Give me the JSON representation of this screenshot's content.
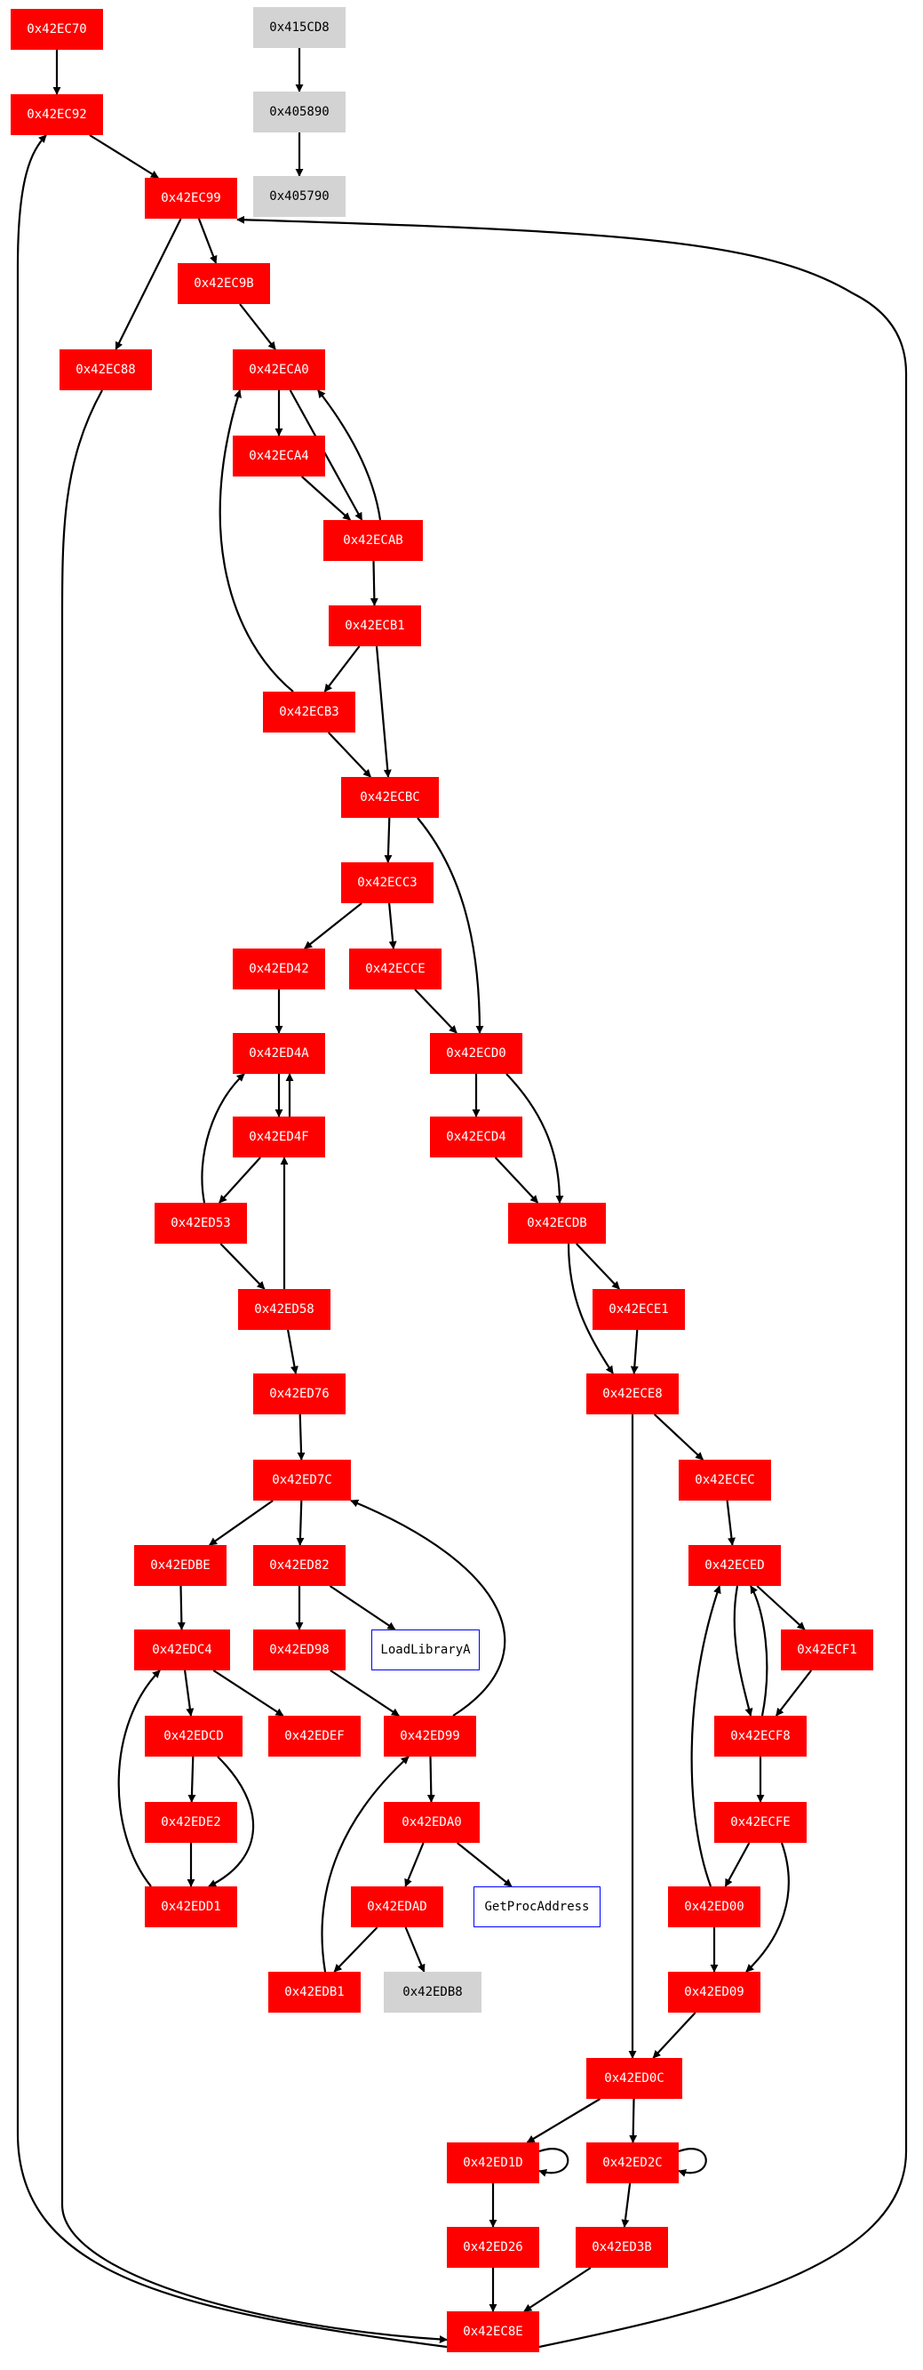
{
  "graph": {
    "colors": {
      "code_block": "#ff0000",
      "external_block": "#d3d3d3",
      "api_border": "#0000ff",
      "edge": "#000000"
    },
    "nodes": [
      {
        "id": "0x42EC70",
        "kind": "red"
      },
      {
        "id": "0x415CD8",
        "kind": "gray"
      },
      {
        "id": "0x42EC92",
        "kind": "red"
      },
      {
        "id": "0x405890",
        "kind": "gray"
      },
      {
        "id": "0x42EC99",
        "kind": "red"
      },
      {
        "id": "0x405790",
        "kind": "gray"
      },
      {
        "id": "0x42EC9B",
        "kind": "red"
      },
      {
        "id": "0x42EC88",
        "kind": "red"
      },
      {
        "id": "0x42ECA0",
        "kind": "red"
      },
      {
        "id": "0x42ECA4",
        "kind": "red"
      },
      {
        "id": "0x42ECAB",
        "kind": "red"
      },
      {
        "id": "0x42ECB1",
        "kind": "red"
      },
      {
        "id": "0x42ECB3",
        "kind": "red"
      },
      {
        "id": "0x42ECBC",
        "kind": "red"
      },
      {
        "id": "0x42ECC3",
        "kind": "red"
      },
      {
        "id": "0x42ED42",
        "kind": "red"
      },
      {
        "id": "0x42ECCE",
        "kind": "red"
      },
      {
        "id": "0x42ED4A",
        "kind": "red"
      },
      {
        "id": "0x42ECD0",
        "kind": "red"
      },
      {
        "id": "0x42ED4F",
        "kind": "red"
      },
      {
        "id": "0x42ECD4",
        "kind": "red"
      },
      {
        "id": "0x42ED53",
        "kind": "red"
      },
      {
        "id": "0x42ECDB",
        "kind": "red"
      },
      {
        "id": "0x42ED58",
        "kind": "red"
      },
      {
        "id": "0x42ECE1",
        "kind": "red"
      },
      {
        "id": "0x42ED76",
        "kind": "red"
      },
      {
        "id": "0x42ECE8",
        "kind": "red"
      },
      {
        "id": "0x42ED7C",
        "kind": "red"
      },
      {
        "id": "0x42ECEC",
        "kind": "red"
      },
      {
        "id": "0x42EDBE",
        "kind": "red"
      },
      {
        "id": "0x42ED82",
        "kind": "red"
      },
      {
        "id": "0x42ECED",
        "kind": "red"
      },
      {
        "id": "0x42EDC4",
        "kind": "red"
      },
      {
        "id": "0x42ED98",
        "kind": "red"
      },
      {
        "id": "LoadLibraryA",
        "kind": "api"
      },
      {
        "id": "0x42ECF1",
        "kind": "red"
      },
      {
        "id": "0x42EDCD",
        "kind": "red"
      },
      {
        "id": "0x42EDEF",
        "kind": "red"
      },
      {
        "id": "0x42ED99",
        "kind": "red"
      },
      {
        "id": "0x42ECF8",
        "kind": "red"
      },
      {
        "id": "0x42EDE2",
        "kind": "red"
      },
      {
        "id": "0x42EDA0",
        "kind": "red"
      },
      {
        "id": "0x42ECFE",
        "kind": "red"
      },
      {
        "id": "0x42EDD1",
        "kind": "red"
      },
      {
        "id": "0x42EDAD",
        "kind": "red"
      },
      {
        "id": "GetProcAddress",
        "kind": "api"
      },
      {
        "id": "0x42ED00",
        "kind": "red"
      },
      {
        "id": "0x42EDB1",
        "kind": "red"
      },
      {
        "id": "0x42EDB8",
        "kind": "gray"
      },
      {
        "id": "0x42ED09",
        "kind": "red"
      },
      {
        "id": "0x42ED0C",
        "kind": "red"
      },
      {
        "id": "0x42ED1D",
        "kind": "red"
      },
      {
        "id": "0x42ED2C",
        "kind": "red"
      },
      {
        "id": "0x42ED26",
        "kind": "red"
      },
      {
        "id": "0x42ED3B",
        "kind": "red"
      },
      {
        "id": "0x42EC8E",
        "kind": "red"
      }
    ],
    "edges": [
      [
        "0x42EC70",
        "0x42EC92"
      ],
      [
        "0x415CD8",
        "0x405890"
      ],
      [
        "0x405890",
        "0x405790"
      ],
      [
        "0x42EC92",
        "0x42EC99"
      ],
      [
        "0x42EC99",
        "0x42EC9B"
      ],
      [
        "0x42EC99",
        "0x42EC88"
      ],
      [
        "0x42EC9B",
        "0x42ECA0"
      ],
      [
        "0x42ECA0",
        "0x42ECA4"
      ],
      [
        "0x42ECA0",
        "0x42ECAB"
      ],
      [
        "0x42ECA4",
        "0x42ECAB"
      ],
      [
        "0x42ECAB",
        "0x42ECA0"
      ],
      [
        "0x42ECAB",
        "0x42ECB1"
      ],
      [
        "0x42ECB1",
        "0x42ECB3"
      ],
      [
        "0x42ECB1",
        "0x42ECBC"
      ],
      [
        "0x42ECB3",
        "0x42ECA0"
      ],
      [
        "0x42ECB3",
        "0x42ECBC"
      ],
      [
        "0x42ECBC",
        "0x42ECC3"
      ],
      [
        "0x42ECBC",
        "0x42ECD0"
      ],
      [
        "0x42ECC3",
        "0x42ED42"
      ],
      [
        "0x42ECC3",
        "0x42ECCE"
      ],
      [
        "0x42ECCE",
        "0x42ECD0"
      ],
      [
        "0x42ED42",
        "0x42ED4A"
      ],
      [
        "0x42ED4A",
        "0x42ED4F"
      ],
      [
        "0x42ED4F",
        "0x42ED4A"
      ],
      [
        "0x42ED4F",
        "0x42ED53"
      ],
      [
        "0x42ED53",
        "0x42ED4A"
      ],
      [
        "0x42ED53",
        "0x42ED58"
      ],
      [
        "0x42ED58",
        "0x42ED4F"
      ],
      [
        "0x42ED58",
        "0x42ED76"
      ],
      [
        "0x42ED76",
        "0x42ED7C"
      ],
      [
        "0x42ED7C",
        "0x42EDBE"
      ],
      [
        "0x42ED7C",
        "0x42ED82"
      ],
      [
        "0x42ED82",
        "0x42ED98"
      ],
      [
        "0x42ED82",
        "LoadLibraryA"
      ],
      [
        "0x42ED98",
        "0x42ED99"
      ],
      [
        "0x42ED99",
        "0x42ED7C"
      ],
      [
        "0x42ED99",
        "0x42EDA0"
      ],
      [
        "0x42EDA0",
        "0x42EDAD"
      ],
      [
        "0x42EDA0",
        "GetProcAddress"
      ],
      [
        "0x42EDAD",
        "0x42EDB1"
      ],
      [
        "0x42EDAD",
        "0x42EDB8"
      ],
      [
        "0x42EDB1",
        "0x42ED99"
      ],
      [
        "0x42EDBE",
        "0x42EDC4"
      ],
      [
        "0x42EDC4",
        "0x42EDCD"
      ],
      [
        "0x42EDC4",
        "0x42EDEF"
      ],
      [
        "0x42EDCD",
        "0x42EDE2"
      ],
      [
        "0x42EDCD",
        "0x42EDD1"
      ],
      [
        "0x42EDE2",
        "0x42EDD1"
      ],
      [
        "0x42EDD1",
        "0x42EDC4"
      ],
      [
        "0x42ECD0",
        "0x42ECD4"
      ],
      [
        "0x42ECD0",
        "0x42ECDB"
      ],
      [
        "0x42ECD4",
        "0x42ECDB"
      ],
      [
        "0x42ECDB",
        "0x42ECE1"
      ],
      [
        "0x42ECDB",
        "0x42ECE8"
      ],
      [
        "0x42ECE1",
        "0x42ECE8"
      ],
      [
        "0x42ECE8",
        "0x42ECEC"
      ],
      [
        "0x42ECE8",
        "0x42ED0C"
      ],
      [
        "0x42ECEC",
        "0x42ECED"
      ],
      [
        "0x42ECED",
        "0x42ECF1"
      ],
      [
        "0x42ECED",
        "0x42ECF8"
      ],
      [
        "0x42ECF1",
        "0x42ECF8"
      ],
      [
        "0x42ECF8",
        "0x42ECED"
      ],
      [
        "0x42ECF8",
        "0x42ECFE"
      ],
      [
        "0x42ECFE",
        "0x42ED00"
      ],
      [
        "0x42ECFE",
        "0x42ED09"
      ],
      [
        "0x42ED00",
        "0x42ECED"
      ],
      [
        "0x42ED00",
        "0x42ED09"
      ],
      [
        "0x42ED09",
        "0x42ED0C"
      ],
      [
        "0x42ED0C",
        "0x42ED1D"
      ],
      [
        "0x42ED0C",
        "0x42ED2C"
      ],
      [
        "0x42ED1D",
        "0x42ED1D"
      ],
      [
        "0x42ED2C",
        "0x42ED2C"
      ],
      [
        "0x42ED1D",
        "0x42ED26"
      ],
      [
        "0x42ED2C",
        "0x42ED3B"
      ],
      [
        "0x42ED26",
        "0x42EC8E"
      ],
      [
        "0x42ED3B",
        "0x42EC8E"
      ],
      [
        "0x42EC88",
        "0x42EC8E"
      ],
      [
        "0x42EC8E",
        "0x42EC92"
      ],
      [
        "0x42EC8E",
        "0x42EC99"
      ]
    ]
  }
}
